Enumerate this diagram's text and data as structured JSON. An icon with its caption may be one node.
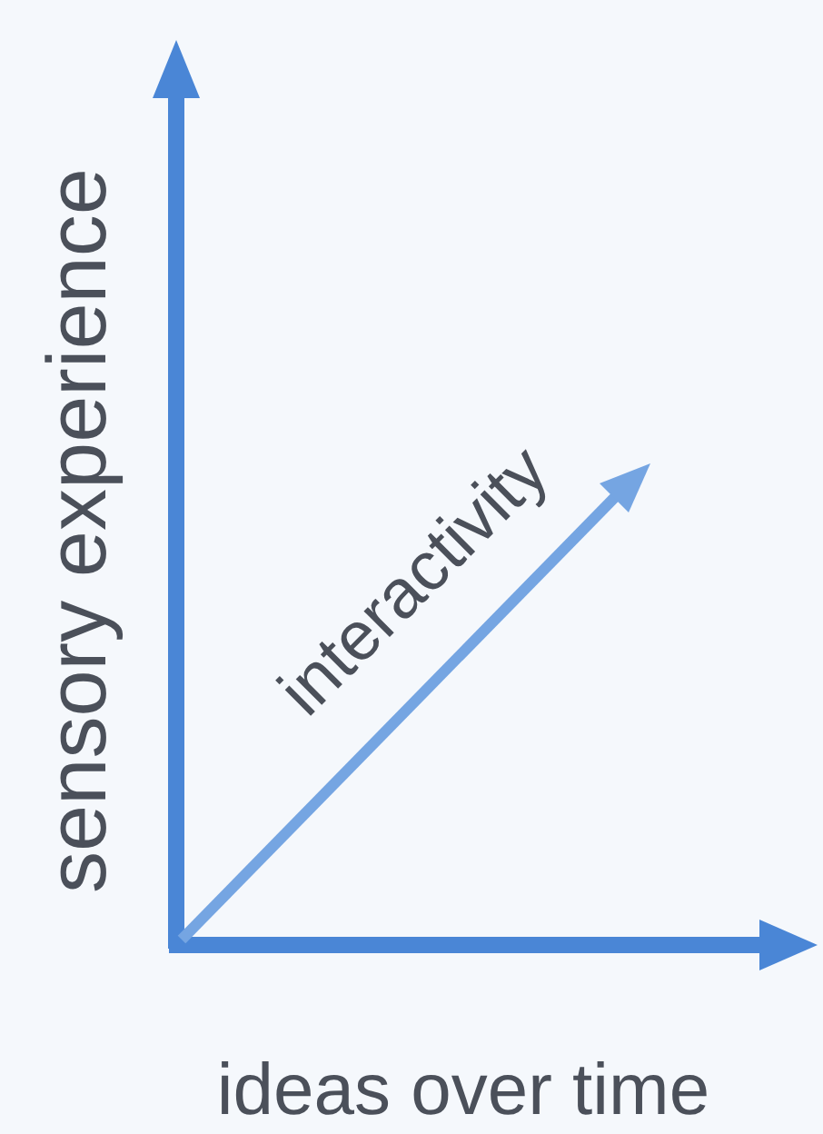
{
  "diagram": {
    "labels": [
      "sensory experience",
      "interactivity",
      "ideas over time"
    ]
  }
}
